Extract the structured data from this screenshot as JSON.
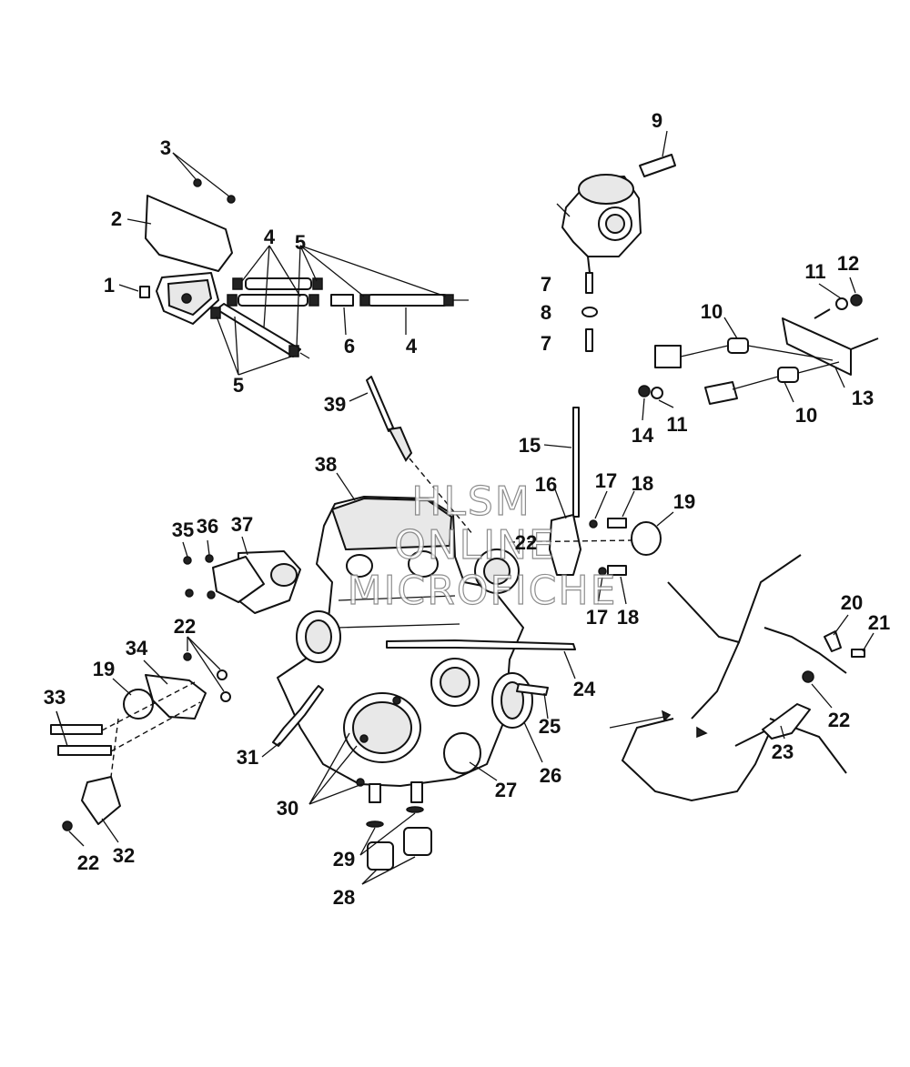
{
  "watermark": {
    "lines": [
      "HLSM",
      "ONLINE",
      "MICROFICHE"
    ]
  },
  "callouts": [
    {
      "id": "c1",
      "label": "1"
    },
    {
      "id": "c2",
      "label": "2"
    },
    {
      "id": "c3",
      "label": "3"
    },
    {
      "id": "c4a",
      "label": "4"
    },
    {
      "id": "c4b",
      "label": "4"
    },
    {
      "id": "c5a",
      "label": "5"
    },
    {
      "id": "c5b",
      "label": "5"
    },
    {
      "id": "c6",
      "label": "6"
    },
    {
      "id": "c7a",
      "label": "7"
    },
    {
      "id": "c7b",
      "label": "7"
    },
    {
      "id": "c8",
      "label": "8"
    },
    {
      "id": "c9",
      "label": "9"
    },
    {
      "id": "c10a",
      "label": "10"
    },
    {
      "id": "c10b",
      "label": "10"
    },
    {
      "id": "c11a",
      "label": "11"
    },
    {
      "id": "c11b",
      "label": "11"
    },
    {
      "id": "c12",
      "label": "12"
    },
    {
      "id": "c13",
      "label": "13"
    },
    {
      "id": "c14",
      "label": "14"
    },
    {
      "id": "c15",
      "label": "15"
    },
    {
      "id": "c16",
      "label": "16"
    },
    {
      "id": "c17a",
      "label": "17"
    },
    {
      "id": "c17b",
      "label": "17"
    },
    {
      "id": "c18a",
      "label": "18"
    },
    {
      "id": "c18b",
      "label": "18"
    },
    {
      "id": "c19a",
      "label": "19"
    },
    {
      "id": "c19b",
      "label": "19"
    },
    {
      "id": "c20",
      "label": "20"
    },
    {
      "id": "c21",
      "label": "21"
    },
    {
      "id": "c22a",
      "label": "22"
    },
    {
      "id": "c22b",
      "label": "22"
    },
    {
      "id": "c22c",
      "label": "22"
    },
    {
      "id": "c22d",
      "label": "22"
    },
    {
      "id": "c23",
      "label": "23"
    },
    {
      "id": "c24",
      "label": "24"
    },
    {
      "id": "c25",
      "label": "25"
    },
    {
      "id": "c26",
      "label": "26"
    },
    {
      "id": "c27",
      "label": "27"
    },
    {
      "id": "c28",
      "label": "28"
    },
    {
      "id": "c29",
      "label": "29"
    },
    {
      "id": "c30",
      "label": "30"
    },
    {
      "id": "c31",
      "label": "31"
    },
    {
      "id": "c32",
      "label": "32"
    },
    {
      "id": "c33",
      "label": "33"
    },
    {
      "id": "c34",
      "label": "34"
    },
    {
      "id": "c35",
      "label": "35"
    },
    {
      "id": "c36",
      "label": "36"
    },
    {
      "id": "c37",
      "label": "37"
    },
    {
      "id": "c38",
      "label": "38"
    },
    {
      "id": "c39",
      "label": "39"
    }
  ]
}
